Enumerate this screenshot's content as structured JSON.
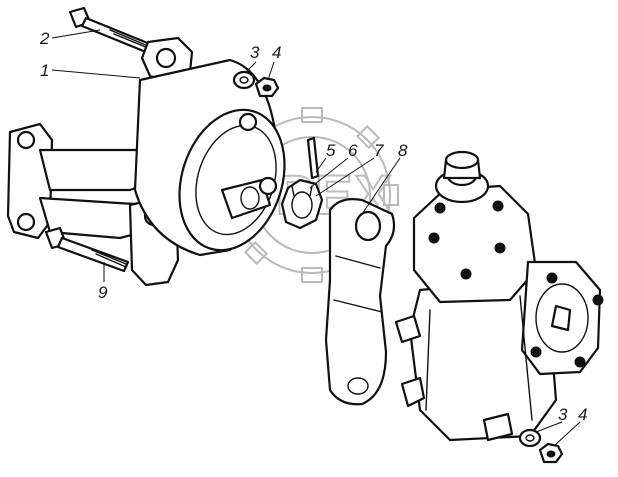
{
  "watermark": {
    "text": "OPEX"
  },
  "callouts": [
    {
      "id": "c1",
      "label": "1"
    },
    {
      "id": "c2",
      "label": "2"
    },
    {
      "id": "c3a",
      "label": "3"
    },
    {
      "id": "c4a",
      "label": "4"
    },
    {
      "id": "c5",
      "label": "5"
    },
    {
      "id": "c6",
      "label": "6"
    },
    {
      "id": "c7",
      "label": "7"
    },
    {
      "id": "c8",
      "label": "8"
    },
    {
      "id": "c9",
      "label": "9"
    },
    {
      "id": "c3b",
      "label": "3"
    },
    {
      "id": "c4b",
      "label": "4"
    }
  ]
}
